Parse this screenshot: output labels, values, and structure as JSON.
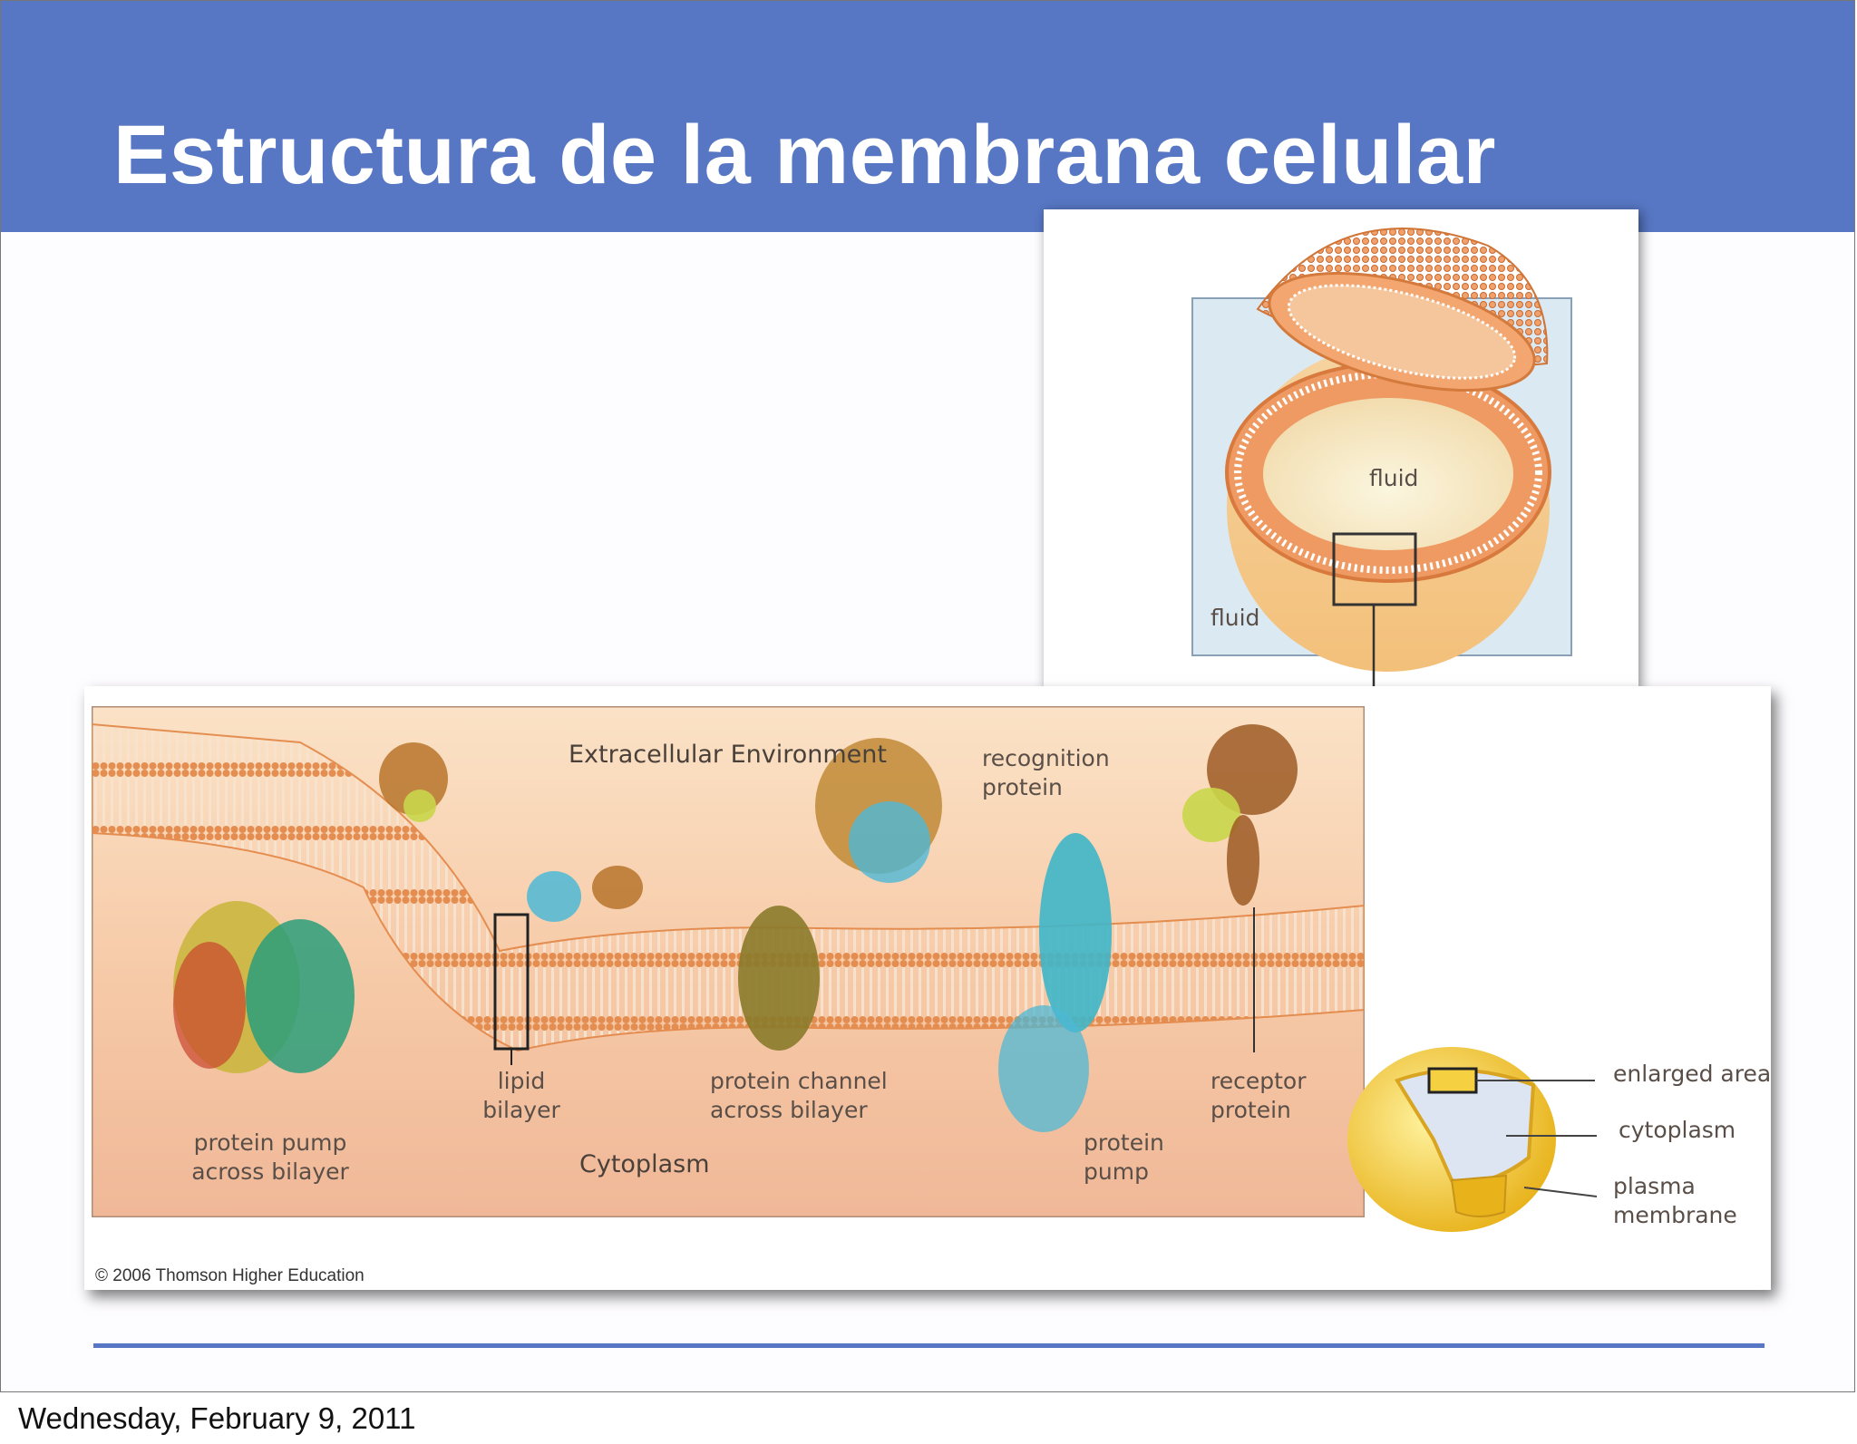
{
  "slide": {
    "title": "Estructura de la membrana celular",
    "date_footer": "Wednesday, February 9, 2011",
    "colors": {
      "header": "#5777c4",
      "rule": "#5777c4"
    }
  },
  "vesicle_figure": {
    "label_inside": "fluid",
    "label_outside": "fluid"
  },
  "membrane_figure": {
    "label_extracellular": "Extracellular Environment",
    "label_recognition": "recognition protein",
    "label_lipid": "lipid bilayer",
    "label_channel": "protein channel across bilayer",
    "label_receptor": "receptor protein",
    "label_pump_left": "protein pump across bilayer",
    "label_cytoplasm": "Cytoplasm",
    "label_pump_right": "protein pump",
    "copyright": "© 2006 Thomson Higher Education"
  },
  "cell_figure": {
    "label_enlarged": "enlarged area",
    "label_cytoplasm": "cytoplasm",
    "label_plasma": "plasma membrane"
  }
}
